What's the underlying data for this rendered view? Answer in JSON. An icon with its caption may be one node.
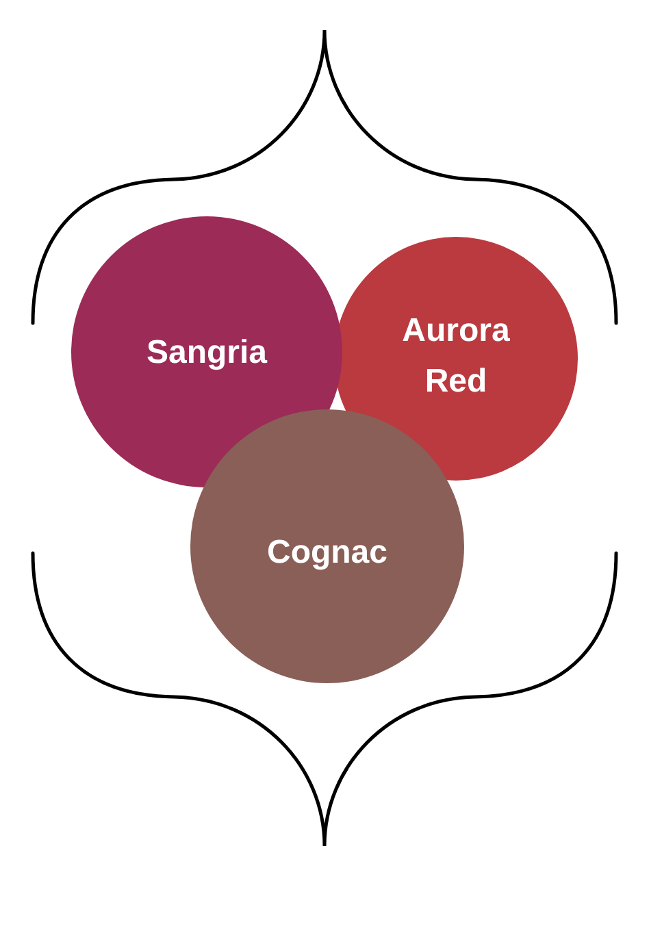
{
  "diagram": {
    "nodes": [
      {
        "text": [
          "Sangria"
        ]
      },
      {
        "text": [
          "Aurora Red"
        ]
      },
      {
        "text": [
          "Cognac"
        ]
      }
    ]
  }
}
